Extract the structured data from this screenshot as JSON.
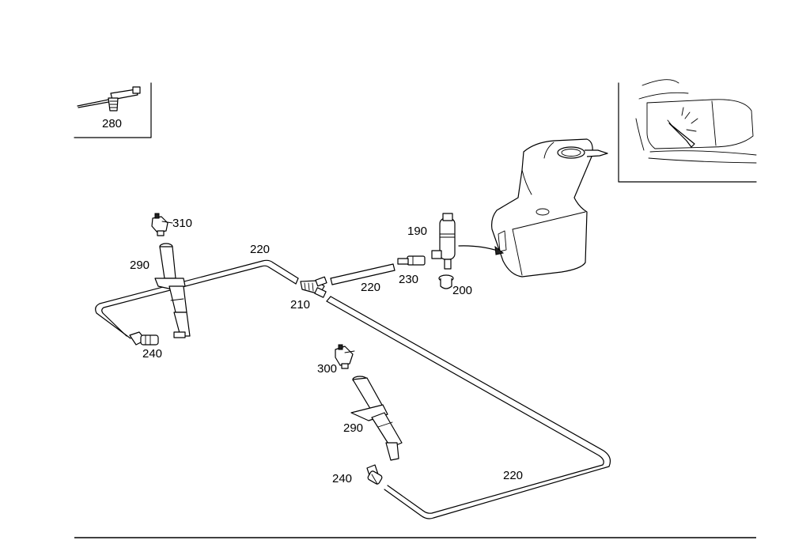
{
  "callouts": {
    "p190": "190",
    "p200": "200",
    "p210": "210",
    "p220_upper_left": "220",
    "p220_middle": "220",
    "p220_lower": "220",
    "p230": "230",
    "p240_left": "240",
    "p240_lower": "240",
    "p280": "280",
    "p290_left": "290",
    "p290_lower": "290",
    "p300": "300",
    "p310": "310"
  }
}
